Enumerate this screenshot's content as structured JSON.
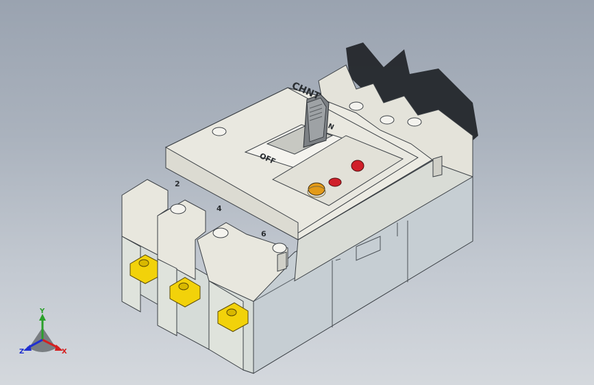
{
  "model": {
    "brand_text": "CHNT",
    "toggle_text": "OFF",
    "toggle_on_text": "N",
    "terminal_labels": [
      "2",
      "4",
      "6"
    ],
    "colors": {
      "background_top": "#9aa3b0",
      "background_bottom": "#d4d8dd",
      "housing_cover": "#ecebe3",
      "housing_body": "#c9d0d4",
      "terminal_yellow": "#f2d20a",
      "indicator_red": "#d0202a",
      "indicator_orange": "#e39a18",
      "shadow": "#1f2327"
    }
  },
  "triad": {
    "x_label": "X",
    "y_label": "Y",
    "z_label": "Z",
    "x_color": "#d42020",
    "y_color": "#2aa02a",
    "z_color": "#2030d0"
  }
}
